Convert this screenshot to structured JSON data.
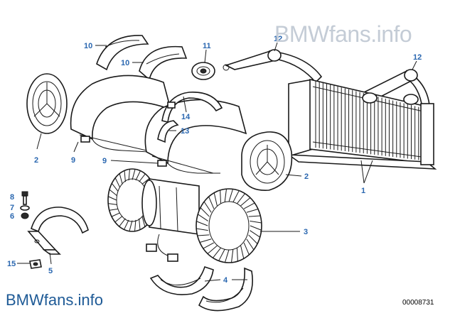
{
  "watermark_top": "BMWfans.info",
  "watermark_bottom": "BMWfans.info",
  "drawing_number": "00008731",
  "callouts": [
    "10",
    "10",
    "11",
    "12",
    "12",
    "2",
    "9",
    "14",
    "13",
    "9",
    "2",
    "1",
    "8",
    "7",
    "6",
    "3",
    "15",
    "5",
    "4"
  ],
  "colors": {
    "callout": "#2a67b0",
    "watermark_top": "#c4ccd6",
    "watermark_bottom": "#1e5a96",
    "line": "#1a1a1a"
  }
}
